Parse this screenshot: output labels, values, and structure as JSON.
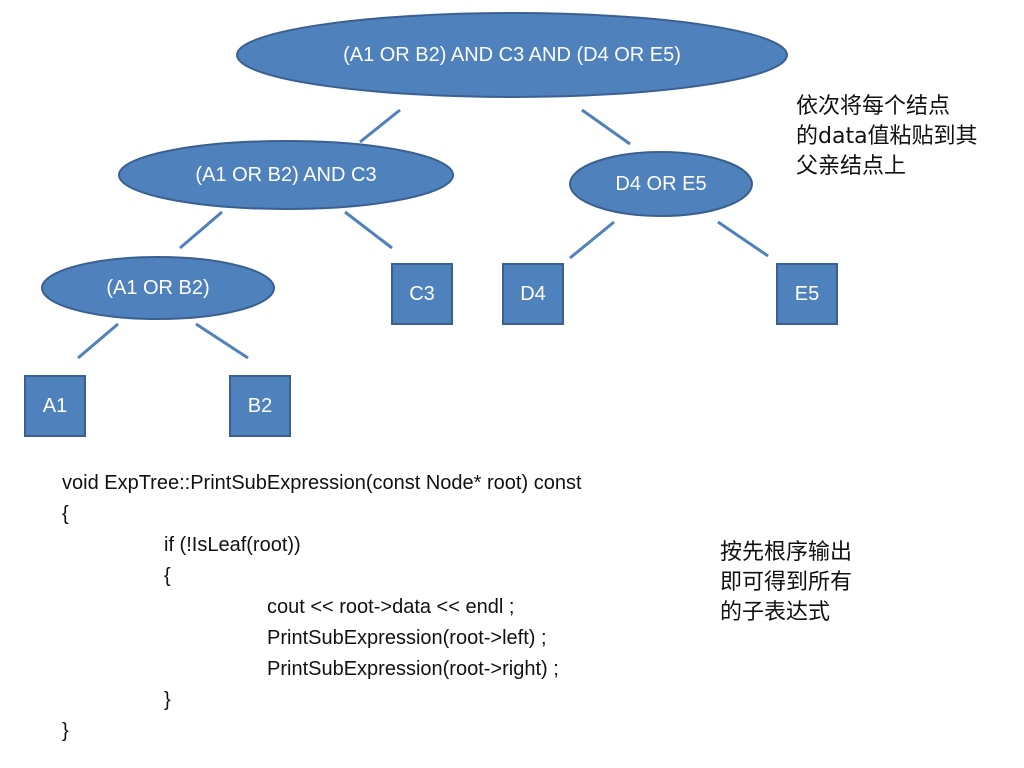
{
  "tree": {
    "root": "(A1 OR B2) AND C3 AND (D4 OR E5)",
    "left_sub": "(A1 OR B2) AND C3",
    "right_sub": "D4 OR E5",
    "or_sub": "(A1 OR B2)",
    "leaf_a1": "A1",
    "leaf_b2": "B2",
    "leaf_c3": "C3",
    "leaf_d4": "D4",
    "leaf_e5": "E5"
  },
  "notes": {
    "top": "依次将每个结点\n的data值粘贴到其\n父亲结点上",
    "bottom": "按先根序输出\n即可得到所有\n的子表达式"
  },
  "code": {
    "l1": "void ExpTree::PrintSubExpression(const Node* root) const",
    "l2": "{",
    "l3": "if (!IsLeaf(root))",
    "l4": "{",
    "l5": "cout << root->data << endl ;",
    "l6": "PrintSubExpression(root->left) ;",
    "l7": "PrintSubExpression(root->right) ;",
    "l8": "}",
    "l9": "}"
  },
  "colors": {
    "node_fill": "#4f81bd",
    "node_stroke": "#3a6091",
    "edge": "#4f81bd"
  }
}
